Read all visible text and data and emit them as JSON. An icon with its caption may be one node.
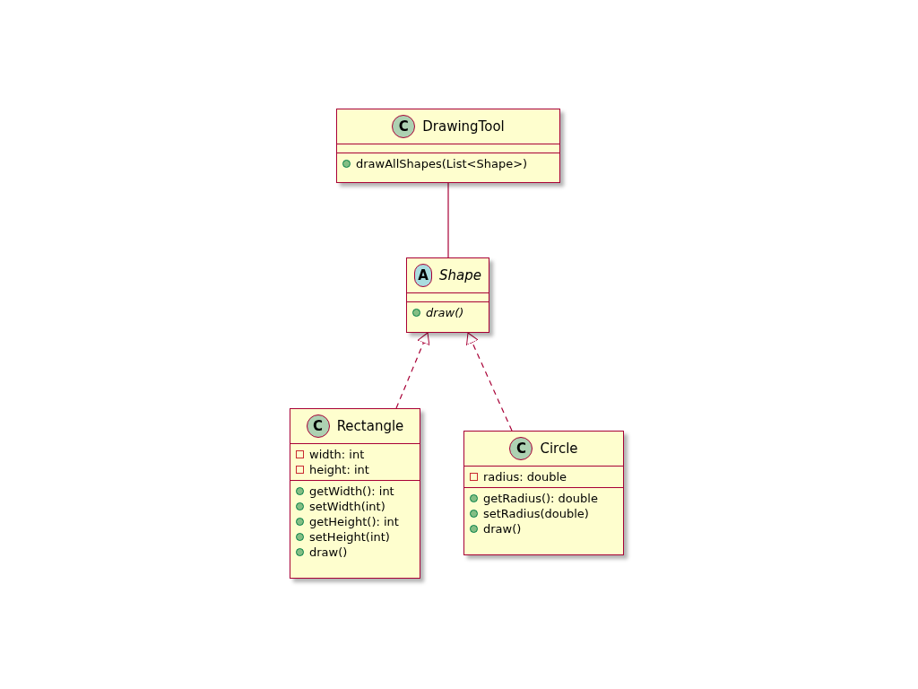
{
  "diagram": {
    "nodes": [
      {
        "text": [
          "C",
          "DrawingTool",
          "drawAllShapes(List<Shape>)"
        ]
      },
      {
        "text": [
          "A",
          "Shape",
          "draw()"
        ]
      },
      {
        "text": [
          "C",
          "Rectangle",
          "width: int",
          "height: int",
          "getWidth(): int",
          "setWidth(int)",
          "getHeight(): int",
          "setHeight(int)",
          "draw()"
        ]
      },
      {
        "text": [
          "C",
          "Circle",
          "radius: double",
          "getRadius(): double",
          "setRadius(double)",
          "draw()"
        ]
      }
    ],
    "edges": [
      {
        "from": 0,
        "to": 1,
        "arrow": "none"
      },
      {
        "from": 2,
        "to": 1,
        "arrow": "to",
        "style": "dashed"
      },
      {
        "from": 3,
        "to": 1,
        "arrow": "to",
        "style": "dashed"
      }
    ]
  }
}
